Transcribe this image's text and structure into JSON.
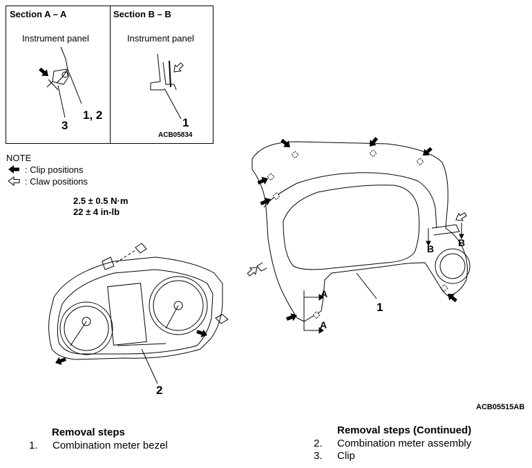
{
  "sections": {
    "a": {
      "title": "Section A – A",
      "part_label": "Instrument panel",
      "callout_3": "3",
      "callout_12": "1, 2"
    },
    "b": {
      "title": "Section B – B",
      "part_label": "Instrument panel",
      "callout_1": "1",
      "code": "ACB05834"
    }
  },
  "note": {
    "title": "NOTE",
    "clip": ": Clip positions",
    "claw": ": Claw positions"
  },
  "torque": {
    "line1": "2.5 ± 0.5 N·m",
    "line2": "22 ± 4 in-lb"
  },
  "callouts": {
    "assembly_2": "2",
    "bezel_1": "1",
    "a_top": "A",
    "a_bottom": "A",
    "b_left": "B",
    "b_right": "B"
  },
  "figure_code": "ACB05515AB",
  "removal_steps": {
    "title": "Removal steps",
    "items": [
      {
        "num": "1.",
        "text": "Combination meter bezel"
      }
    ]
  },
  "removal_steps_cont": {
    "title": "Removal steps (Continued)",
    "items": [
      {
        "num": "2.",
        "text": "Combination meter assembly"
      },
      {
        "num": "3.",
        "text": "Clip"
      }
    ]
  }
}
